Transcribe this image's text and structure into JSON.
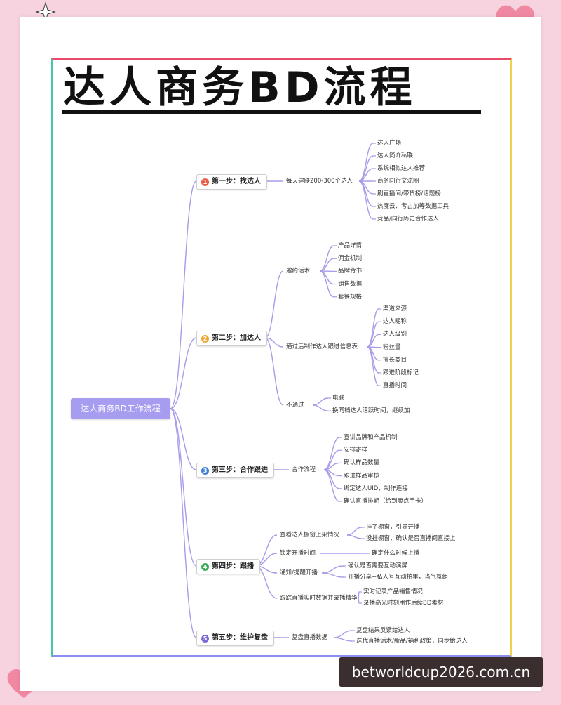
{
  "title": "达人商务BD流程",
  "root": {
    "label": "达人商务BD工作流程"
  },
  "steps": [
    {
      "num": "1",
      "label": "第一步：找达人",
      "color": "#e8604c",
      "branches": [
        {
          "label": "每天建联200-300个达人",
          "items": [
            "达人广场",
            "达人简介私联",
            "系统相似达人推荐",
            "商务同行交流圈",
            "刷直播间/带货榜/话题榜",
            "热度云、考古加等数据工具",
            "竞品/同行历史合作达人"
          ]
        }
      ]
    },
    {
      "num": "2",
      "label": "第二步：加达人",
      "color": "#f0a531",
      "branches": [
        {
          "label": "邀约话术",
          "items": [
            "产品详情",
            "佣金机制",
            "品牌背书",
            "销售数据",
            "套餐规格"
          ]
        },
        {
          "label": "通过后制作达人跟进信息表",
          "items": [
            "渠道来源",
            "达人昵称",
            "达人级别",
            "粉丝量",
            "擅长类目",
            "跟进阶段标记",
            "直播时间"
          ]
        },
        {
          "label": "不通过",
          "items": [
            "电联",
            "换同档达人活跃时间，继续加"
          ]
        }
      ]
    },
    {
      "num": "3",
      "label": "第三步：合作跟进",
      "color": "#3f7fd6",
      "branches": [
        {
          "label": "合作流程",
          "items": [
            "宣讲品牌和产品机制",
            "安排寄样",
            "确认样品数量",
            "跟进样品审核",
            "绑定达人UID，制作连接",
            "确认直播排期（给到卖点手卡）"
          ]
        }
      ]
    },
    {
      "num": "4",
      "label": "第四步：跟播",
      "color": "#3fae5b",
      "branches": [
        {
          "label": "查看达人橱窗上架情况",
          "items": [
            "挂了橱窗，引导开播",
            "没挂橱窗，确认是否直播间直接上"
          ]
        },
        {
          "label": "锁定开播时间",
          "items": [
            "确定什么时候上播"
          ]
        },
        {
          "label": "通知/提醒开播",
          "items": [
            "确认是否需要互动演屏",
            "开播分享+私人号互动拍单，当气氛组"
          ]
        },
        {
          "label": "跟踪直播实时数据并录播精华",
          "items": [
            "实时记录产品销售情况",
            "录播高光时刻用作后续BD素材"
          ]
        }
      ]
    },
    {
      "num": "5",
      "label": "第五步：维护复盘",
      "color": "#7a68d8",
      "branches": [
        {
          "label": "复盘直播数据",
          "items": [
            "复盘结果反馈给达人",
            "迭代直播话术/新品/福利政策，同步给达人"
          ]
        }
      ]
    }
  ],
  "watermark": "betworldcup2026.com.cn",
  "colors": {
    "root": "#a79df0",
    "line": "#a89be8",
    "frame_top": "#e94a6a",
    "frame_right": "#f2d24c",
    "frame_bottom": "#8b8ff0",
    "frame_left": "#46c5a8"
  }
}
